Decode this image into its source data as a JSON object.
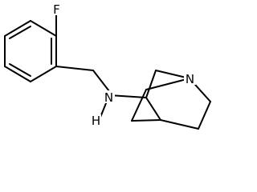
{
  "molecule": {
    "atoms": {
      "fluorine": "F",
      "amine_nitrogen": "N",
      "amine_hydrogen": "H",
      "bridgehead_nitrogen": "N"
    }
  }
}
